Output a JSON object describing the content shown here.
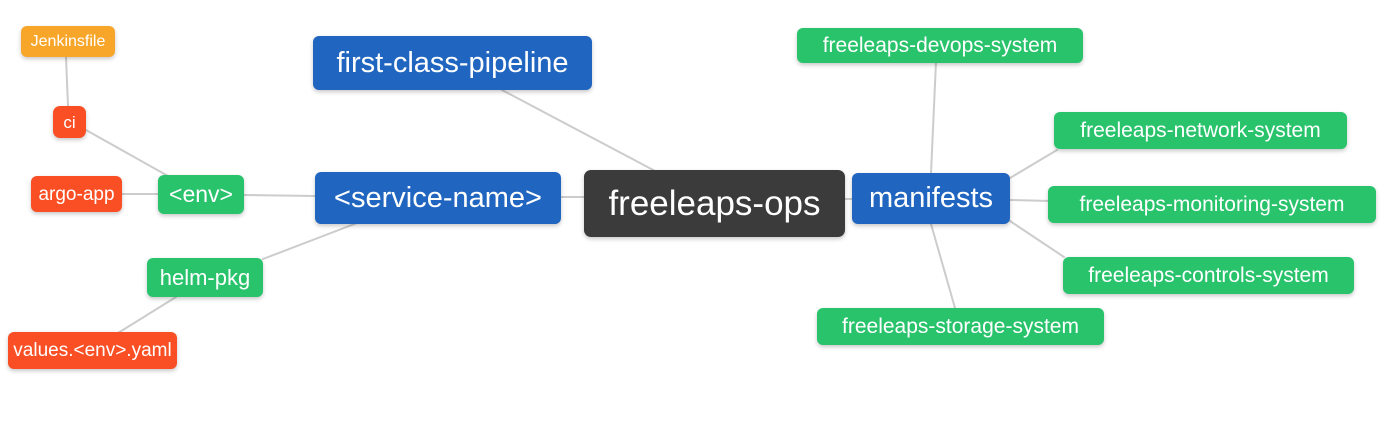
{
  "diagram": {
    "type": "mindmap",
    "root_label": "freeleaps-ops",
    "colors": {
      "root_node_bg": "#3B3B3B",
      "branch_node_bg": "#2065BF",
      "leaf_green_bg": "#29C36C",
      "leaf_orange_bg": "#F8A62A",
      "leaf_red_bg": "#FA4F24",
      "node_text": "#FFFFFF",
      "edge_line": "#CCCCCC",
      "background": "#FFFFFF"
    },
    "nodes": {
      "jenkinsfile": {
        "label": "Jenkinsfile",
        "color": "#F8A62A"
      },
      "ci": {
        "label": "ci",
        "color": "#FA4F24"
      },
      "argo_app": {
        "label": "argo-app",
        "color": "#FA4F24"
      },
      "env": {
        "label": "<env>",
        "color": "#29C36C"
      },
      "helm_pkg": {
        "label": "helm-pkg",
        "color": "#29C36C"
      },
      "values_env_yaml": {
        "label": "values.<env>.yaml",
        "color": "#FA4F24"
      },
      "first_class_pipeline": {
        "label": "first-class-pipeline",
        "color": "#2065BF"
      },
      "service_name": {
        "label": "<service-name>",
        "color": "#2065BF"
      },
      "freeleaps_ops": {
        "label": "freeleaps-ops",
        "color": "#3B3B3B"
      },
      "manifests": {
        "label": "manifests",
        "color": "#2065BF"
      },
      "devops_system": {
        "label": "freeleaps-devops-system",
        "color": "#29C36C"
      },
      "network_system": {
        "label": "freeleaps-network-system",
        "color": "#29C36C"
      },
      "monitoring_system": {
        "label": "freeleaps-monitoring-system",
        "color": "#29C36C"
      },
      "controls_system": {
        "label": "freeleaps-controls-system",
        "color": "#29C36C"
      },
      "storage_system": {
        "label": "freeleaps-storage-system",
        "color": "#29C36C"
      }
    },
    "edges": [
      {
        "from": "jenkinsfile",
        "to": "ci"
      },
      {
        "from": "ci",
        "to": "env"
      },
      {
        "from": "argo_app",
        "to": "env"
      },
      {
        "from": "env",
        "to": "service_name"
      },
      {
        "from": "service_name",
        "to": "helm_pkg"
      },
      {
        "from": "helm_pkg",
        "to": "values_env_yaml"
      },
      {
        "from": "first_class_pipeline",
        "to": "freeleaps_ops"
      },
      {
        "from": "service_name",
        "to": "freeleaps_ops"
      },
      {
        "from": "freeleaps_ops",
        "to": "manifests"
      },
      {
        "from": "manifests",
        "to": "devops_system"
      },
      {
        "from": "manifests",
        "to": "network_system"
      },
      {
        "from": "manifests",
        "to": "monitoring_system"
      },
      {
        "from": "manifests",
        "to": "controls_system"
      },
      {
        "from": "manifests",
        "to": "storage_system"
      }
    ]
  }
}
